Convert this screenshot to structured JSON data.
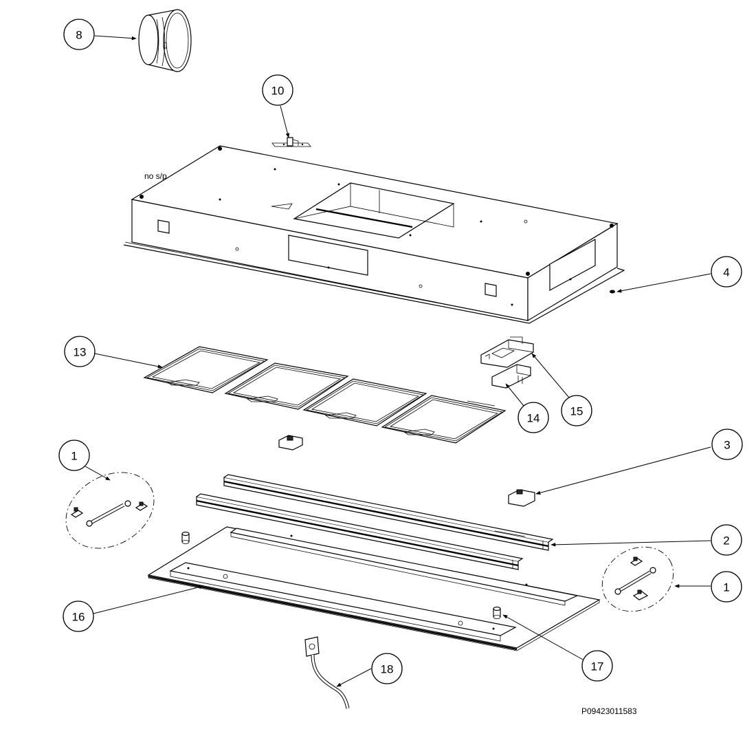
{
  "callouts": {
    "c8": "8",
    "c10": "10",
    "c4": "4",
    "c13": "13",
    "c15": "15",
    "c14": "14",
    "c1_left": "1",
    "c3": "3",
    "c2": "2",
    "c1_right": "1",
    "c16": "16",
    "c17": "17",
    "c18": "18"
  },
  "notes": {
    "no_sp": "no s/p"
  },
  "reference_code": "P09423011583"
}
